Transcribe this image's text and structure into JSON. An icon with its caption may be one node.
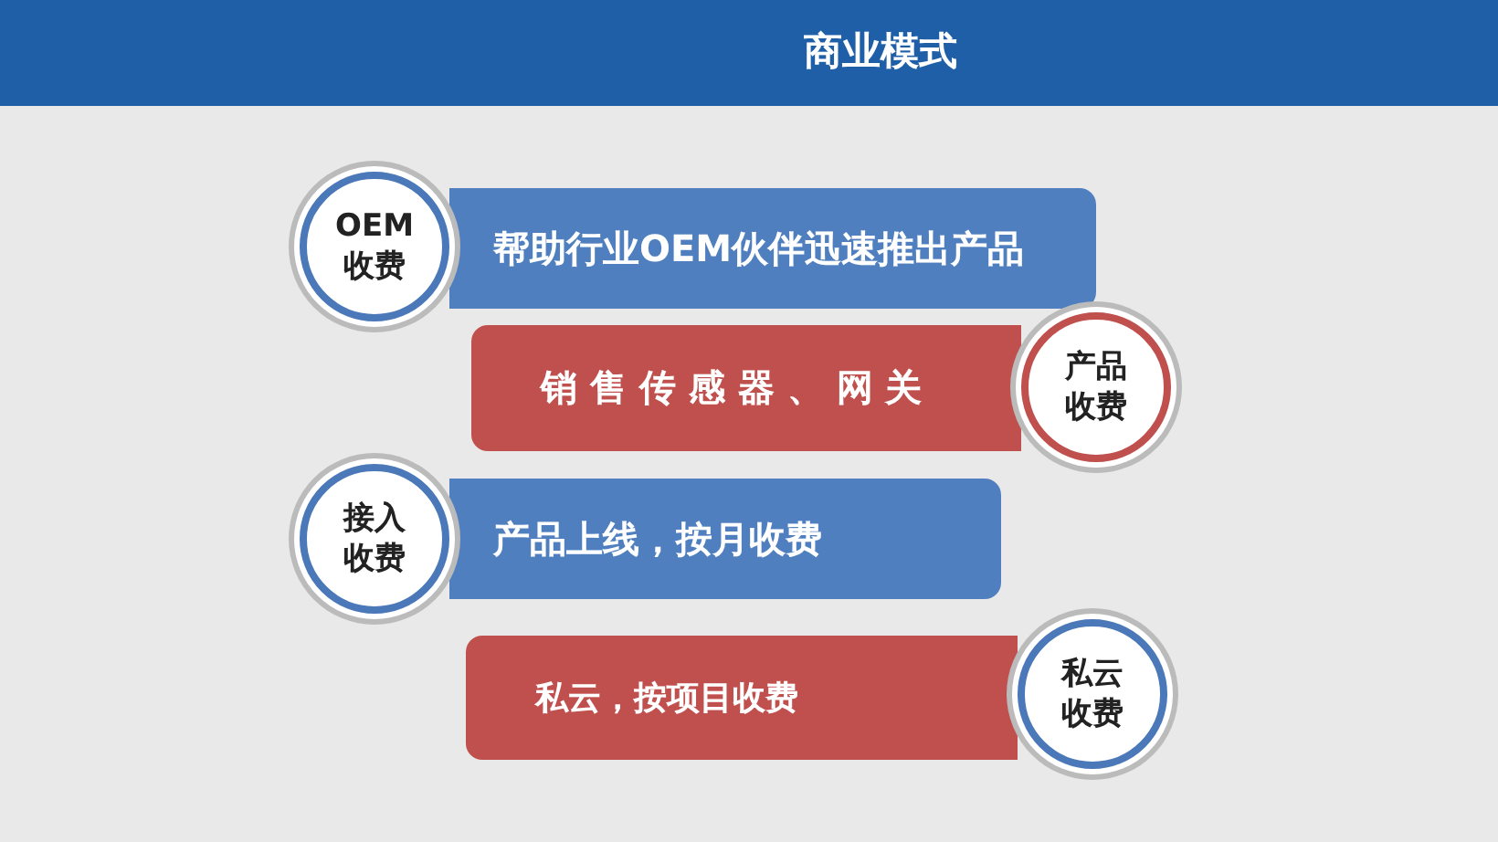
{
  "diagram": {
    "title": "商业模式",
    "nodes": [
      {
        "text": [
          "OEM 收费"
        ]
      },
      {
        "text": [
          "帮助行业OEM伙伴迅速推出产品"
        ]
      },
      {
        "text": [
          "销 售 传 感 器 、 网 关"
        ]
      },
      {
        "text": [
          "产品收费"
        ]
      },
      {
        "text": [
          "接入收费"
        ]
      },
      {
        "text": [
          "产品上线，按月收费"
        ]
      },
      {
        "text": [
          "私云，按项目收费"
        ]
      },
      {
        "text": [
          "私云收费"
        ]
      }
    ]
  }
}
